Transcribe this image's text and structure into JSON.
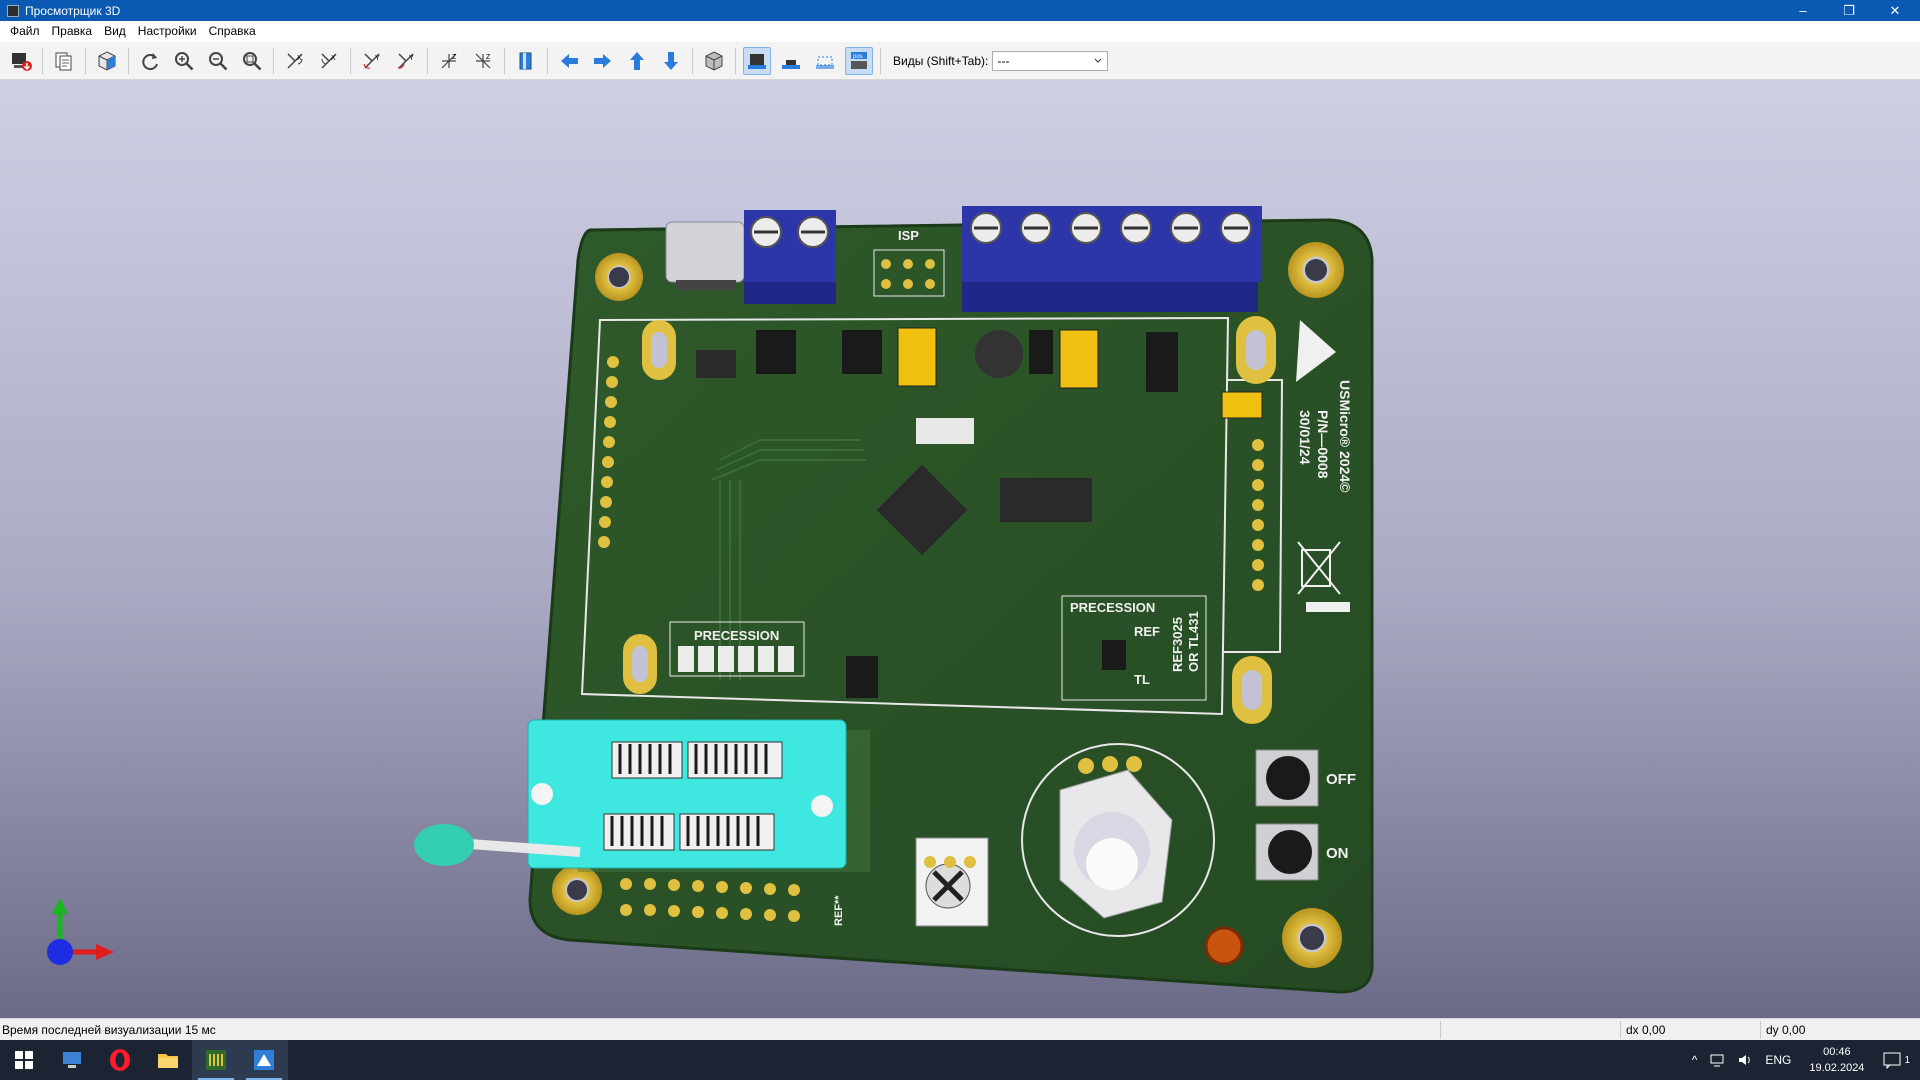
{
  "window": {
    "title": "Просмотрщик 3D",
    "minimize": "–",
    "restore": "❐",
    "close": "✕"
  },
  "menu": [
    "Файл",
    "Правка",
    "Вид",
    "Настройки",
    "Справка"
  ],
  "toolbar": {
    "views_label": "Виды (Shift+Tab):",
    "views_value": "---"
  },
  "board": {
    "isp_label": "ISP",
    "precession_left": "PRECESSION",
    "precession_right": "PRECESSION",
    "ref_label": "REF",
    "tl_label": "TL",
    "ref_part": "REF3025",
    "or_part": "OR TL431",
    "brand": "USMicro® 2024©",
    "pn": "P/N—0008",
    "date": "30/01/24",
    "off_label": "OFF",
    "on_label": "ON",
    "ref_star": "REF**"
  },
  "status": {
    "render_time": "Время последней визуализации 15 мс",
    "dx": "dx 0,00",
    "dy": "dy 0,00"
  },
  "taskbar": {
    "lang": "ENG",
    "time": "00:46",
    "date": "19.02.2024",
    "notifications": "1"
  }
}
